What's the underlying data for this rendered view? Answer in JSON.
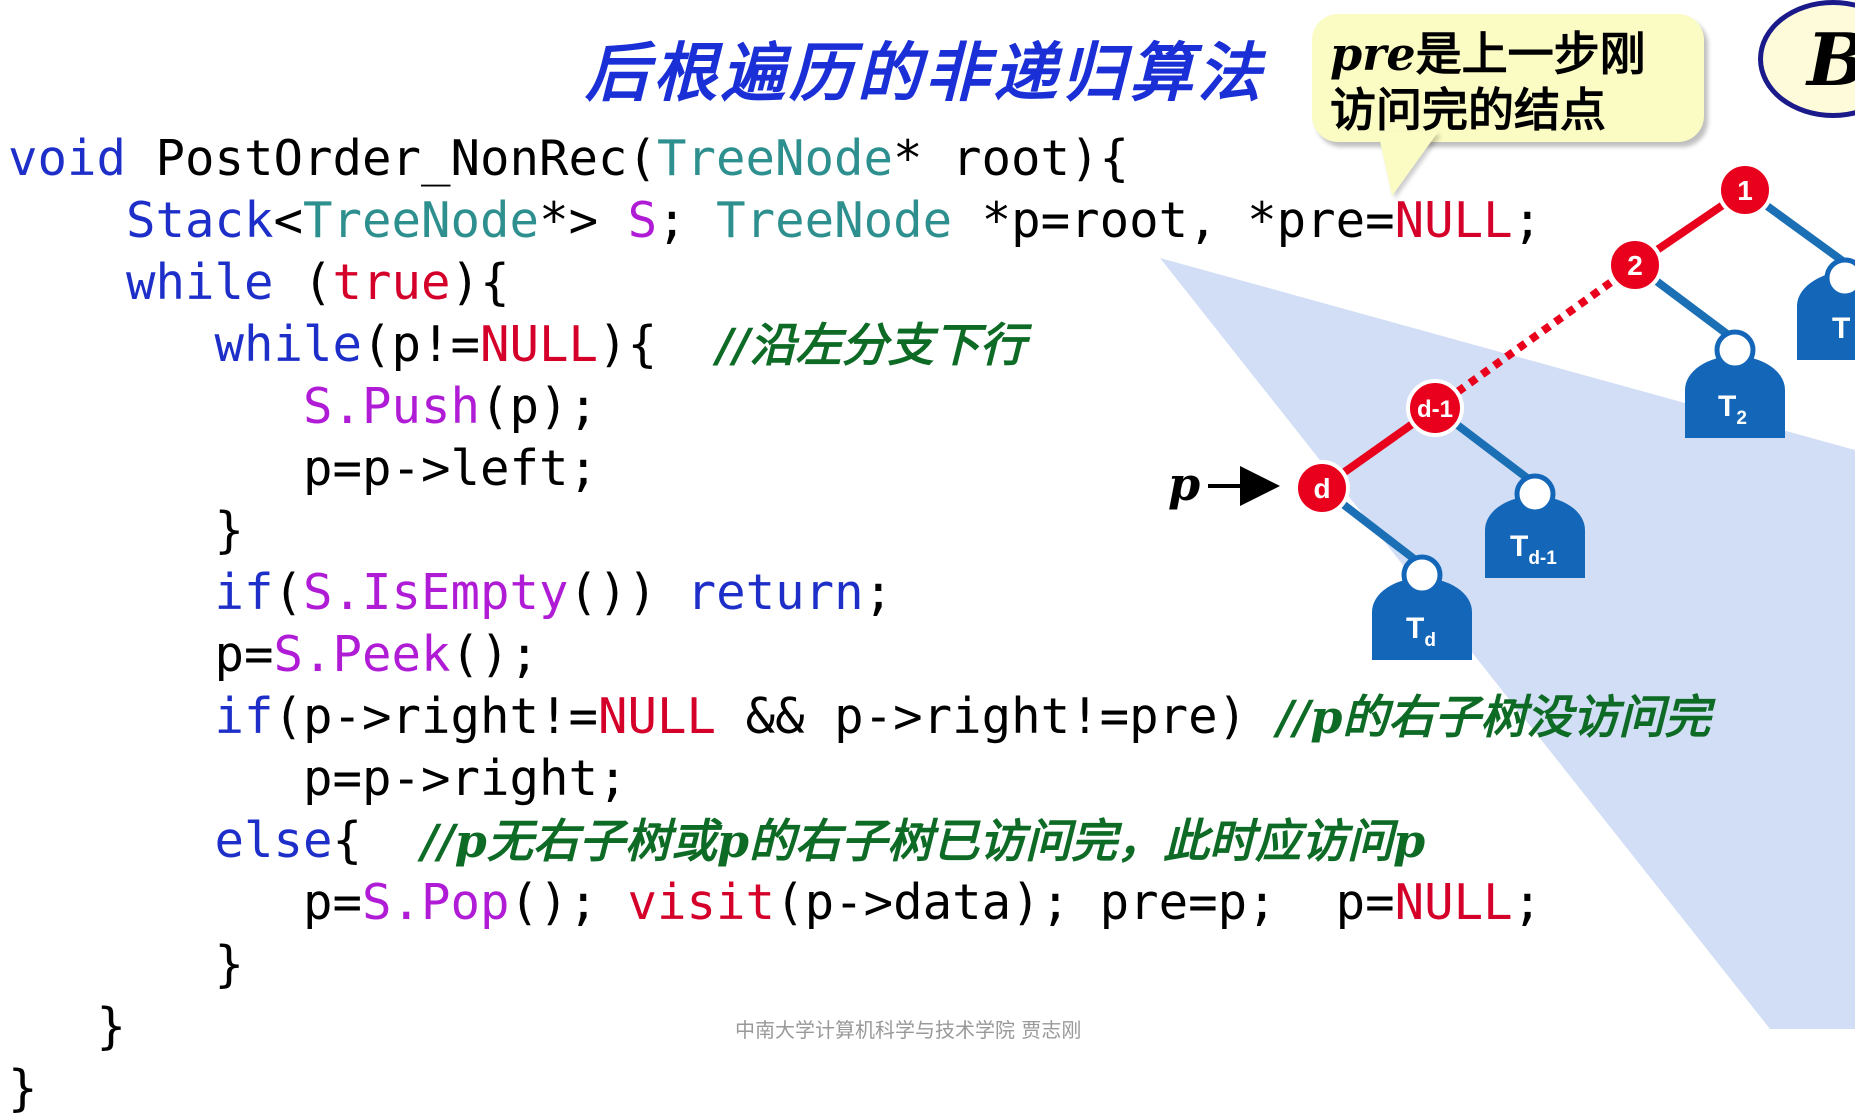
{
  "title": "后根遍历的非递归算法",
  "callout": {
    "pre": "pre",
    "line1_rest": "是上一步刚",
    "line2": "访问完的结点"
  },
  "badge": "B",
  "code": {
    "l1": {
      "a": "void",
      "b": " PostOrder_NonRec(",
      "c": "TreeNode",
      "d": "* root){"
    },
    "l2": {
      "a": "    ",
      "b": "Stack",
      "c": "<",
      "d": "TreeNode",
      "e": "*> ",
      "f": "S",
      "g": "; ",
      "h": "TreeNode",
      "i": " *p=root, *pre=",
      "j": "NULL",
      "k": ";"
    },
    "l3": {
      "a": "    ",
      "b": "while",
      "c": " (",
      "d": "true",
      "e": "){"
    },
    "l4": {
      "a": "       ",
      "b": "while",
      "c": "(p!=",
      "d": "NULL",
      "e": "){  ",
      "f": "//沿左分支下行"
    },
    "l5": {
      "a": "          ",
      "b": "S.Push",
      "c": "(p);"
    },
    "l6": {
      "a": "          p=p->left;"
    },
    "l7": {
      "a": "       }"
    },
    "l8": {
      "a": "       ",
      "b": "if",
      "c": "(",
      "d": "S.IsEmpty",
      "e": "()) ",
      "f": "return",
      "g": ";"
    },
    "l9": {
      "a": "       p=",
      "b": "S.Peek",
      "c": "();"
    },
    "l10": {
      "a": "       ",
      "b": "if",
      "c": "(p->right!=",
      "d": "NULL",
      "e": " && p->right!=pre) ",
      "f1": "//",
      "f2": "p",
      "f3": "的右子树没访问完"
    },
    "l11": {
      "a": "          p=p->right;"
    },
    "l12": {
      "a": "       ",
      "b": "else",
      "c": "{  ",
      "f1": "//",
      "f2": "p",
      "f3": "无右子树或",
      "f4": "p",
      "f5": "的右子树已访问完，此时应访问",
      "f6": "p"
    },
    "l13": {
      "a": "          p=",
      "b": "S.Pop",
      "c": "(); ",
      "d": "visit",
      "e": "(p->data); pre=p;  p=",
      "f": "NULL",
      "g": ";"
    },
    "l14": {
      "a": "       }"
    },
    "l15": {
      "a": "   }"
    },
    "l16": {
      "a": "}"
    }
  },
  "tree": {
    "nodes": {
      "n1": "1",
      "n2": "2",
      "nd1": "d-1",
      "nd": "d"
    },
    "subtrees": {
      "t2": {
        "base": "T",
        "sub": "2"
      },
      "td1": {
        "base": "T",
        "sub": "d-1"
      },
      "td": {
        "base": "T",
        "sub": "d"
      },
      "t1": {
        "base": "T",
        "sub": ""
      }
    },
    "pointer_label": "p"
  },
  "colors": {
    "title": "#1a2fd6",
    "node_red": "#e8001c",
    "edge_blue": "#1a6fb5",
    "subtree_blue": "#1467b8",
    "beam": "#c9d8f3"
  },
  "footer": "中南大学计算机科学与技术学院 贾志刚"
}
